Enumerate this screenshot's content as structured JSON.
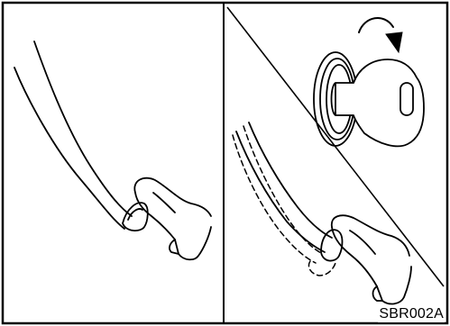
{
  "figure": {
    "code": "SBR002A",
    "panels": [
      {
        "id": "left",
        "depicts": "foot-on-pedal"
      },
      {
        "id": "right",
        "depicts": "key-turn-and-foot-on-pedal"
      }
    ],
    "icons": [
      "pedal-icon",
      "foot-icon",
      "ignition-key-icon",
      "rotation-arrow-icon"
    ]
  }
}
